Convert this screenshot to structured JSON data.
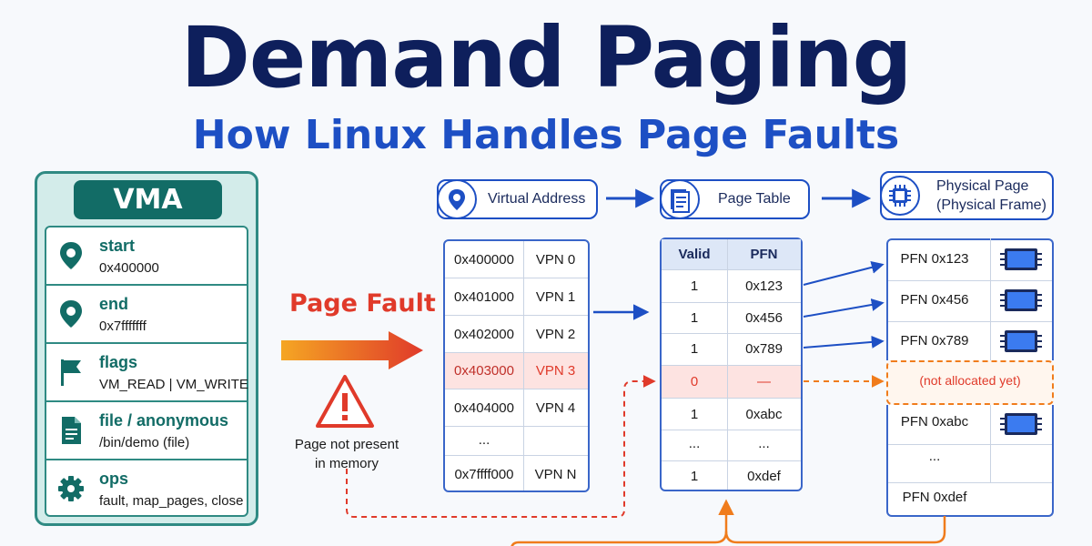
{
  "title": "Demand Paging",
  "subtitle": "How Linux Handles Page Faults",
  "vma": {
    "header": "VMA",
    "rows": [
      {
        "key": "start",
        "value": "0x400000",
        "icon": "location-pin-icon"
      },
      {
        "key": "end",
        "value": "0x7fffffff",
        "icon": "location-pin-icon"
      },
      {
        "key": "flags",
        "value": "VM_READ | VM_WRITE",
        "icon": "flag-icon"
      },
      {
        "key": "file / anonymous",
        "value": "/bin/demo (file)",
        "icon": "document-icon"
      },
      {
        "key": "ops",
        "value": "fault, map_pages, close",
        "icon": "gear-icon"
      }
    ]
  },
  "flow": {
    "virtual_address": "Virtual Address",
    "page_table": "Page Table",
    "physical_page_line1": "Physical Page",
    "physical_page_line2": "(Physical Frame)"
  },
  "page_fault": {
    "label": "Page Fault",
    "note_line1": "Page not present",
    "note_line2": "in memory"
  },
  "vaddr_table": [
    {
      "addr": "0x400000",
      "vpn": "VPN 0"
    },
    {
      "addr": "0x401000",
      "vpn": "VPN 1"
    },
    {
      "addr": "0x402000",
      "vpn": "VPN 2"
    },
    {
      "addr": "0x403000",
      "vpn": "VPN 3",
      "highlight": true
    },
    {
      "addr": "0x404000",
      "vpn": "VPN 4"
    },
    {
      "addr": "...",
      "vpn": ""
    },
    {
      "addr": "0x7ffff000",
      "vpn": "VPN N"
    }
  ],
  "page_table": {
    "headers": [
      "Valid",
      "PFN"
    ],
    "rows": [
      {
        "valid": "1",
        "pfn": "0x123"
      },
      {
        "valid": "1",
        "pfn": "0x456"
      },
      {
        "valid": "1",
        "pfn": "0x789"
      },
      {
        "valid": "0",
        "pfn": "—",
        "highlight": true
      },
      {
        "valid": "1",
        "pfn": "0xabc"
      },
      {
        "valid": "...",
        "pfn": "..."
      },
      {
        "valid": "1",
        "pfn": "0xdef"
      }
    ]
  },
  "phys_table": [
    {
      "label": "PFN 0x123",
      "chip": true
    },
    {
      "label": "PFN 0x456",
      "chip": true
    },
    {
      "label": "PFN 0x789",
      "chip": true
    },
    {
      "label": "(not allocated yet)",
      "missing": true
    },
    {
      "label": "PFN 0xabc",
      "chip": true
    },
    {
      "label": "...",
      "chip": false
    },
    {
      "label": "PFN 0xdef",
      "chip": false
    }
  ],
  "colors": {
    "navy": "#0e1f5c",
    "blue": "#1d4fc4",
    "teal": "#126c66",
    "red": "#e03a2a",
    "orange": "#f07c1c"
  }
}
